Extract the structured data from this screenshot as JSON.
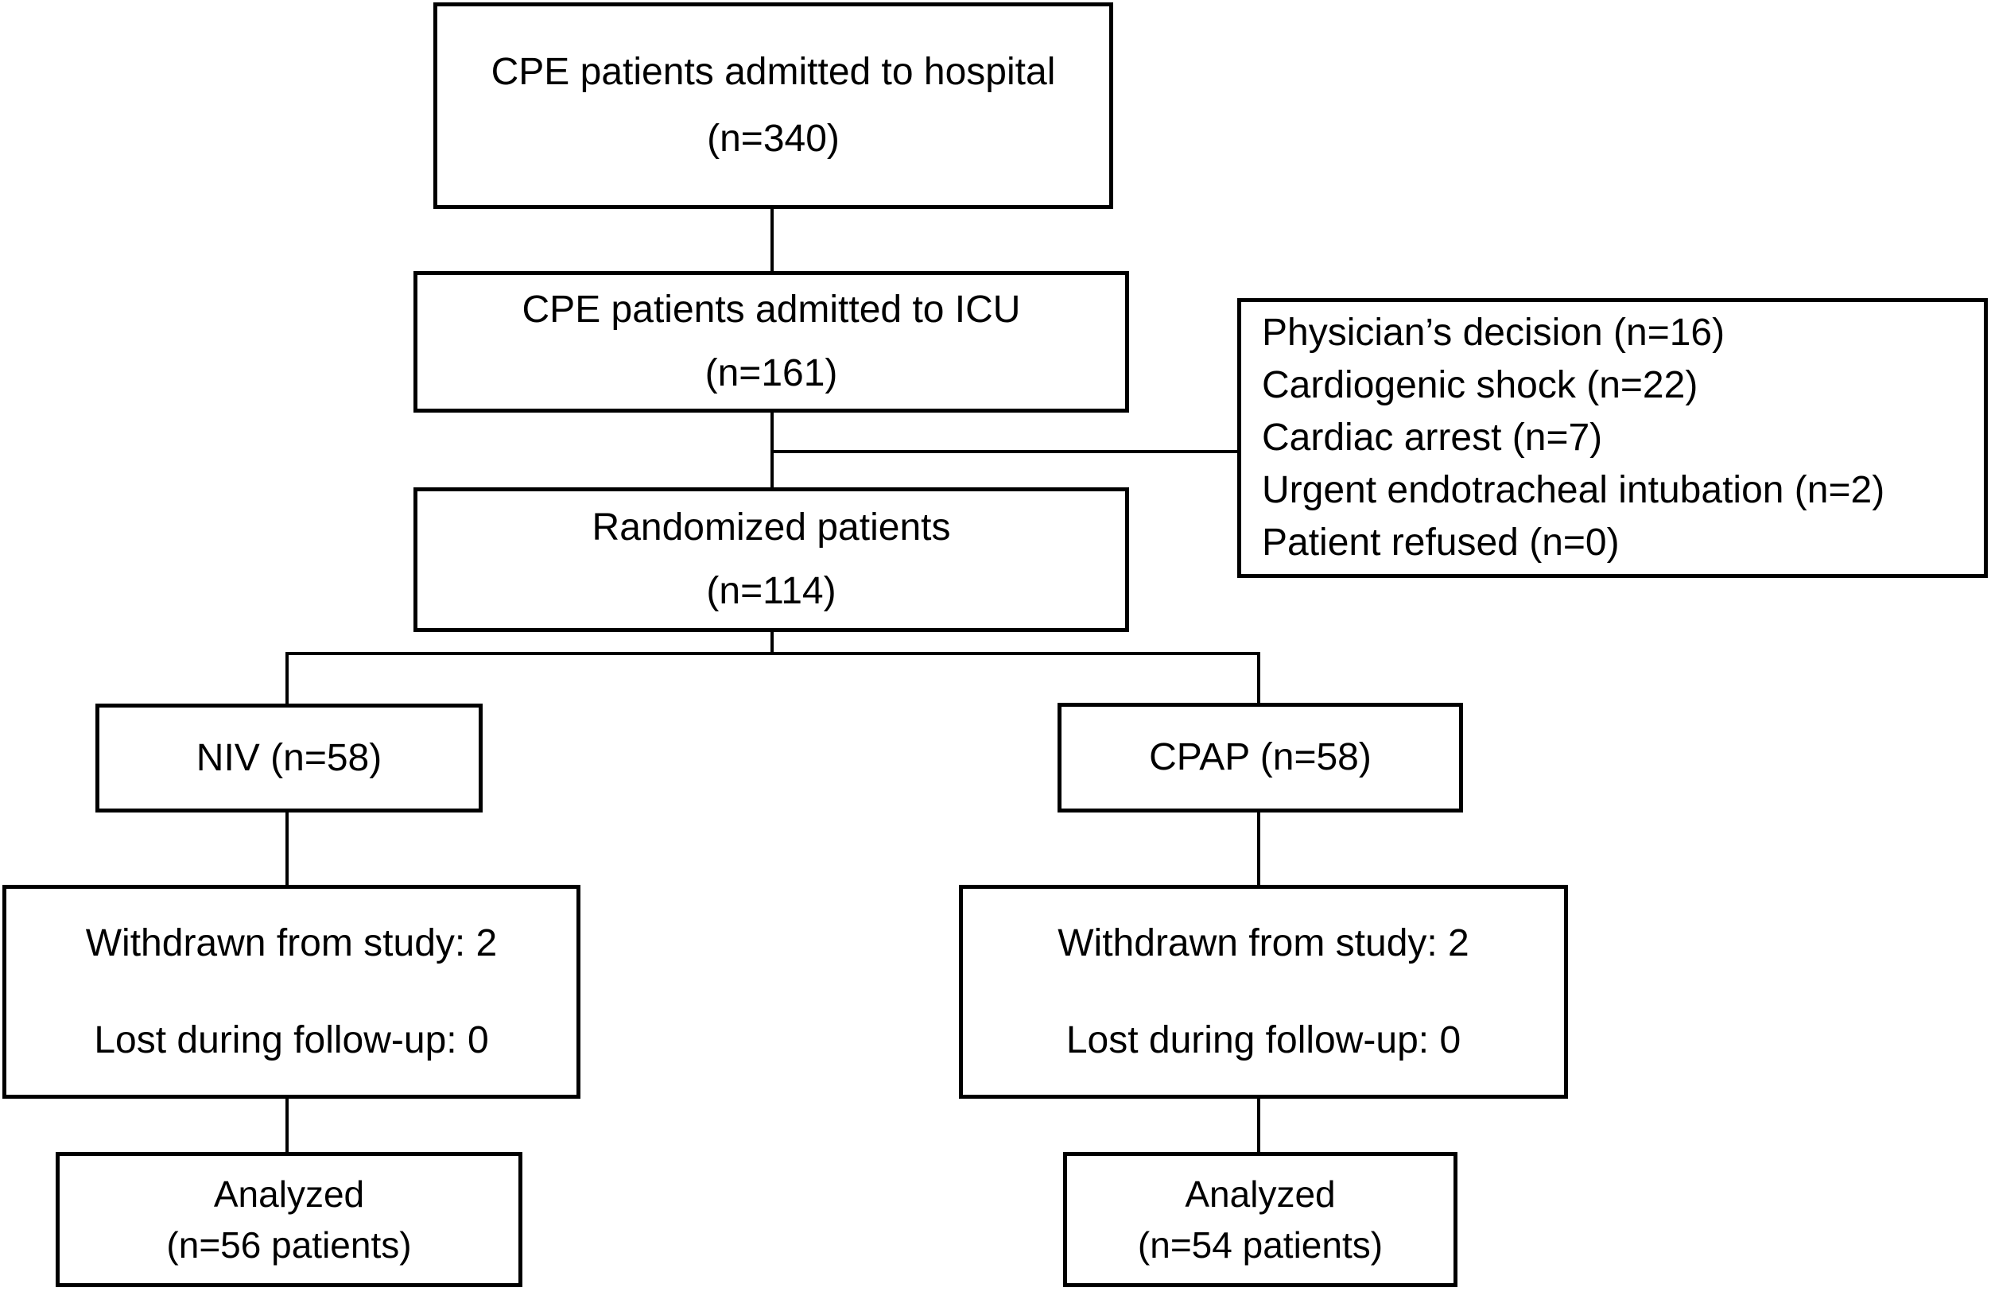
{
  "figure": {
    "type": "patient-flow-diagram",
    "colors": {
      "line": "#000000",
      "text": "#000000",
      "background": "#ffffff"
    },
    "boxes": {
      "hospital": {
        "line1": "CPE patients admitted to hospital",
        "line2": "(n=340)"
      },
      "icu": {
        "line1": "CPE patients admitted to ICU",
        "line2": "(n=161)"
      },
      "exclusions": {
        "items": [
          "Physician’s decision (n=16)",
          "Cardiogenic shock (n=22)",
          "Cardiac arrest (n=7)",
          "Urgent endotracheal intubation (n=2)",
          "Patient refused (n=0)"
        ]
      },
      "randomized": {
        "line1": "Randomized patients",
        "line2": "(n=114)"
      },
      "niv": {
        "label": "NIV (n=58)"
      },
      "cpap": {
        "label": "CPAP (n=58)"
      },
      "niv_followup": {
        "line1": "Withdrawn from study: 2",
        "line2": "Lost during follow-up: 0"
      },
      "cpap_followup": {
        "line1": "Withdrawn from study: 2",
        "line2": "Lost during follow-up: 0"
      },
      "niv_analyzed": {
        "line1": "Analyzed",
        "line2": "(n=56 patients)"
      },
      "cpap_analyzed": {
        "line1": "Analyzed",
        "line2": "(n=54 patients)"
      }
    }
  }
}
